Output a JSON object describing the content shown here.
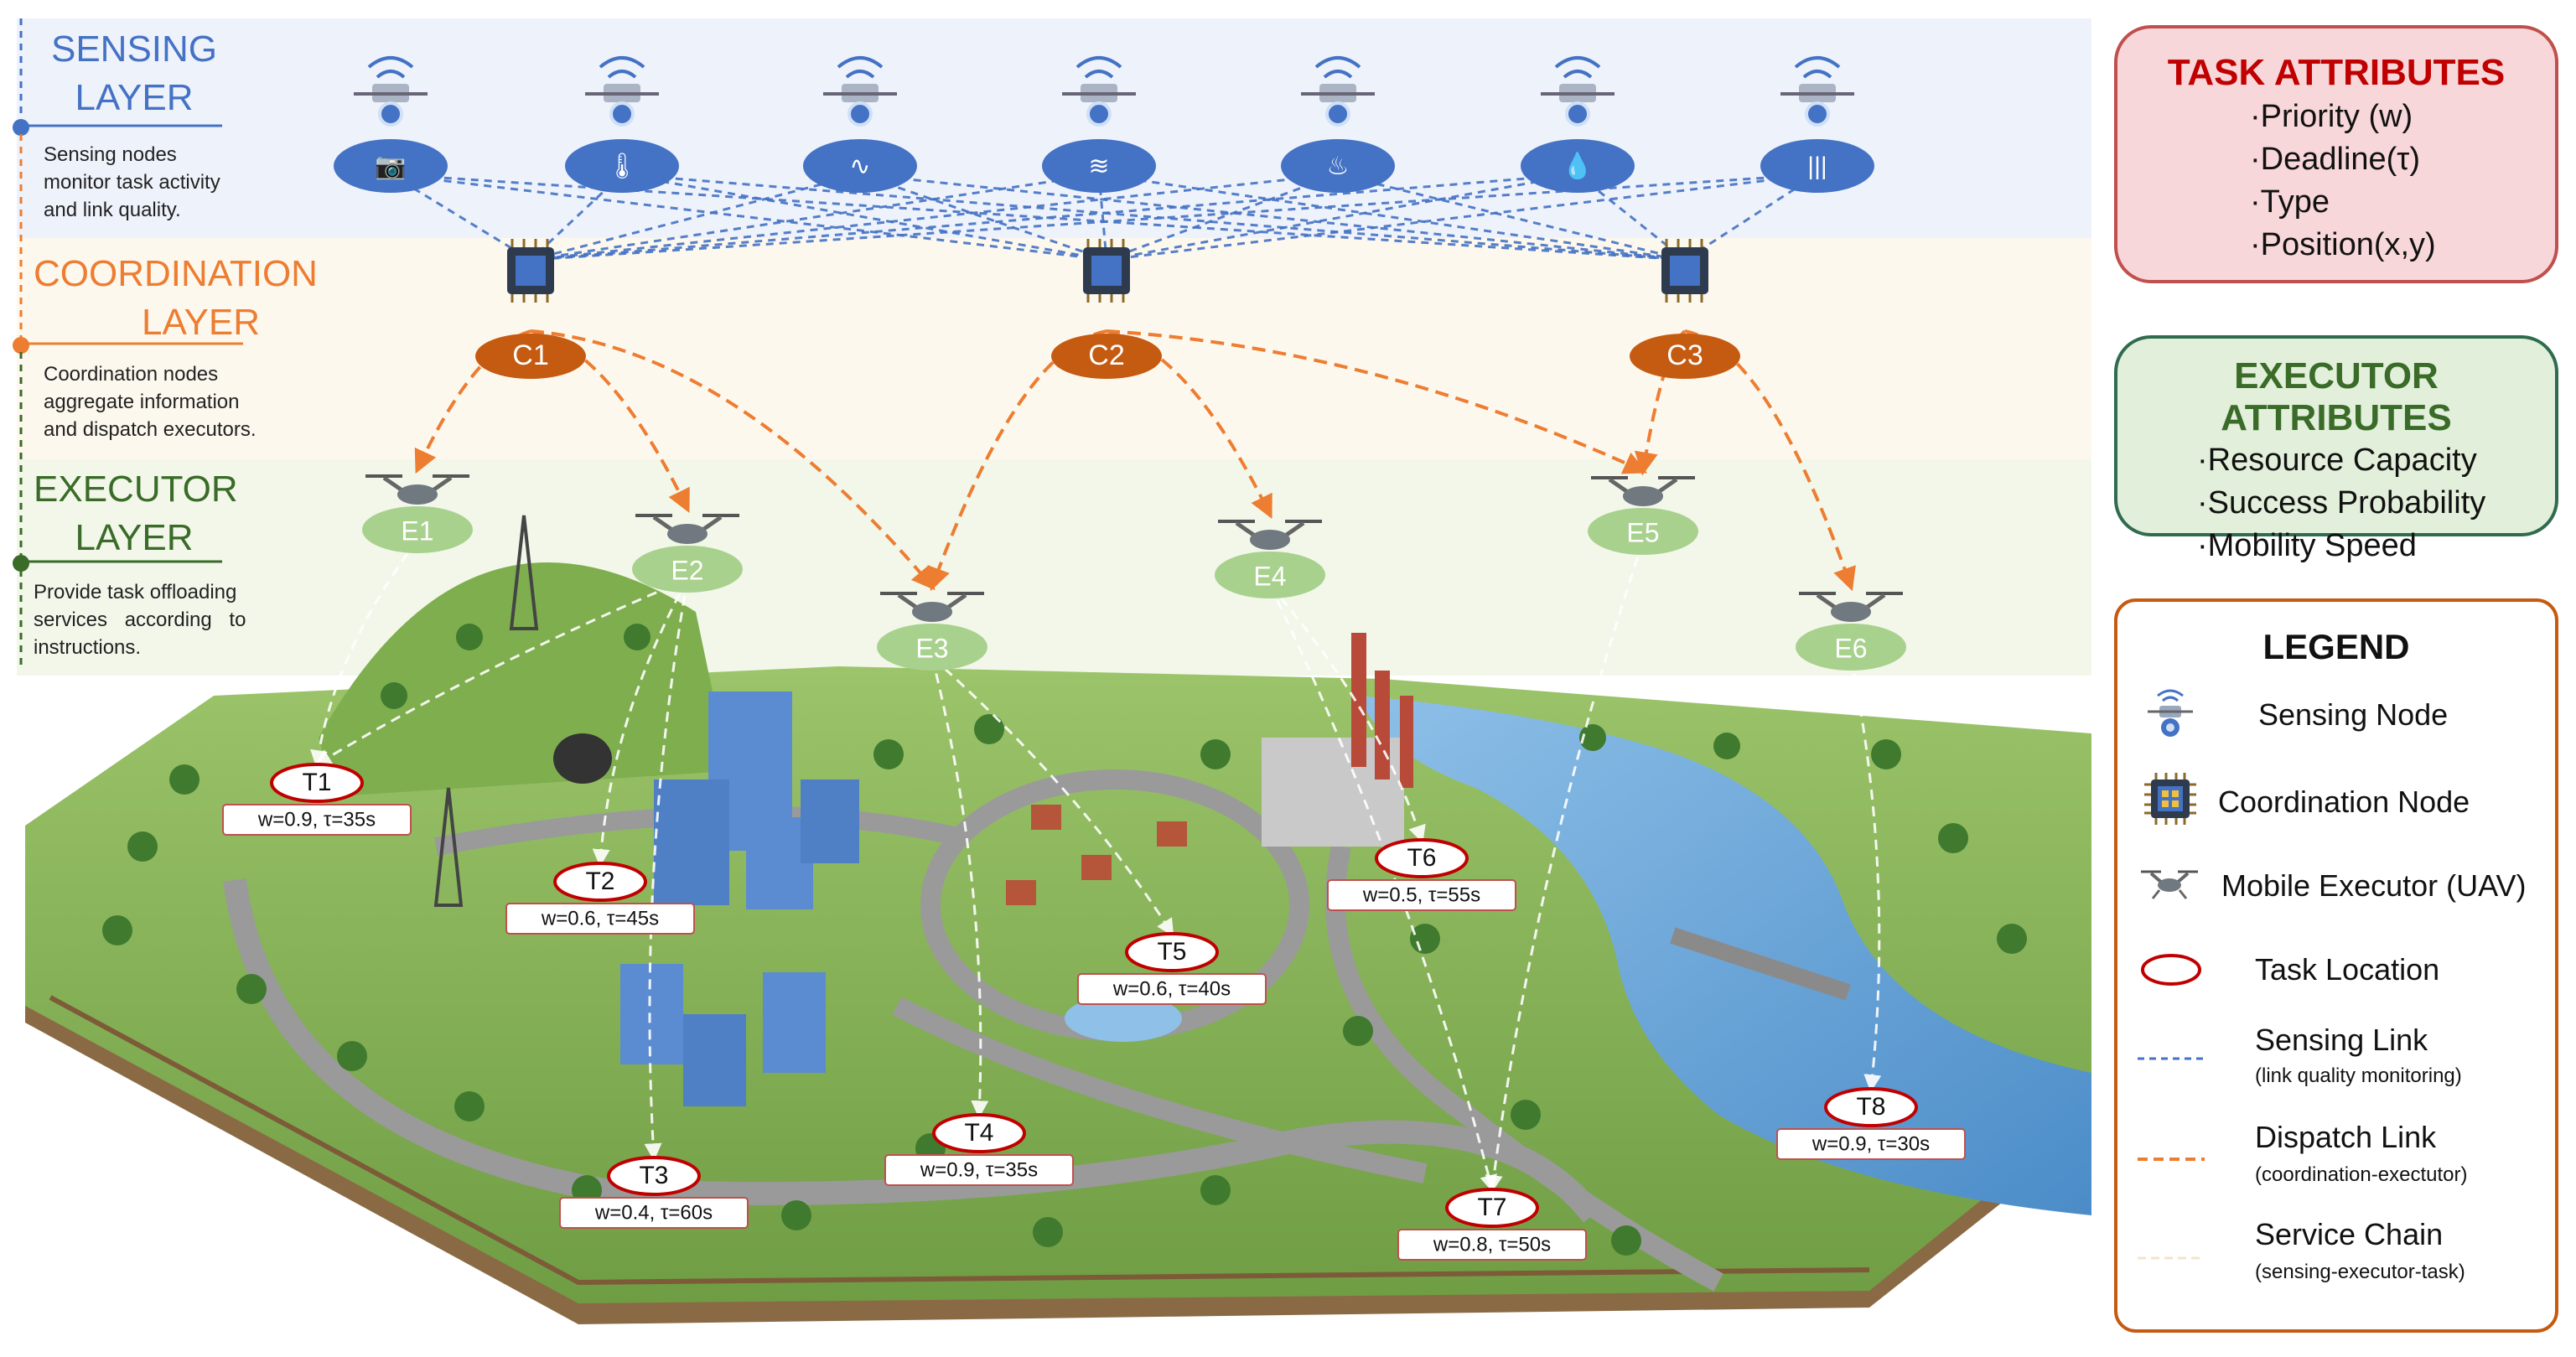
{
  "layers": {
    "sensing": {
      "title_line1": "SENSING",
      "title_line2": "LAYER",
      "description": [
        "Sensing nodes",
        "monitor task activity",
        "and link quality."
      ],
      "color": "#4472c4"
    },
    "coordination": {
      "title_line1": "COORDINATION",
      "title_line2": "LAYER",
      "description": [
        "Coordination nodes",
        "aggregate information",
        "and dispatch executors."
      ],
      "color": "#ed7d31"
    },
    "executor": {
      "title_line1": "EXECUTOR",
      "title_line2": "LAYER",
      "description": [
        "Provide task offloading",
        "services according to",
        "instructions."
      ],
      "color": "#3a6b28"
    }
  },
  "sensors": [
    {
      "icon": "camera-icon"
    },
    {
      "icon": "thermometer-icon"
    },
    {
      "icon": "heartbeat-icon"
    },
    {
      "icon": "wind-icon"
    },
    {
      "icon": "fire-icon"
    },
    {
      "icon": "water-drop-icon"
    },
    {
      "icon": "sound-wave-icon"
    }
  ],
  "coordinators": [
    {
      "label": "C1"
    },
    {
      "label": "C2"
    },
    {
      "label": "C3"
    }
  ],
  "executors": [
    {
      "label": "E1"
    },
    {
      "label": "E2"
    },
    {
      "label": "E3"
    },
    {
      "label": "E4"
    },
    {
      "label": "E5"
    },
    {
      "label": "E6"
    }
  ],
  "tasks": [
    {
      "label": "T1",
      "attrs": "w=0.9, τ=35s"
    },
    {
      "label": "T2",
      "attrs": "w=0.6, τ=45s"
    },
    {
      "label": "T3",
      "attrs": "w=0.4, τ=60s"
    },
    {
      "label": "T4",
      "attrs": "w=0.9, τ=35s"
    },
    {
      "label": "T5",
      "attrs": "w=0.6, τ=40s"
    },
    {
      "label": "T6",
      "attrs": "w=0.5, τ=55s"
    },
    {
      "label": "T7",
      "attrs": "w=0.8, τ=50s"
    },
    {
      "label": "T8",
      "attrs": "w=0.9, τ=30s"
    }
  ],
  "task_attributes": {
    "title": "TASK ATTRIBUTES",
    "items": [
      "·Priority (w)",
      "·Deadline(τ)",
      "·Type",
      "·Position(x,y)"
    ]
  },
  "executor_attributes": {
    "title": "EXECUTOR ATTRIBUTES",
    "items": [
      "·Resource Capacity",
      "·Success Probability",
      "·Mobility Speed"
    ]
  },
  "legend": {
    "title": "LEGEND",
    "sensing_node": "Sensing Node",
    "coordination_node": "Coordination Node",
    "mobile_executor": "Mobile Executor (UAV)",
    "task_location": "Task Location",
    "sensing_link": "Sensing Link",
    "sensing_link_sub": "(link quality monitoring)",
    "dispatch_link": "Dispatch Link",
    "dispatch_link_sub": "(coordination-exectutor)",
    "service_chain": "Service Chain",
    "service_chain_sub": "(sensing-executor-task)"
  },
  "colors": {
    "sensing_band": "#eef2fb",
    "coordination_band": "#fdf8ee",
    "executor_band": "#f2f7ea",
    "sensing_blue": "#4472c4",
    "dispatch_orange": "#ed7d31",
    "coordinator_fill": "#c55a11",
    "executor_green": "#a9d18e",
    "task_red": "#c00000",
    "task_box_fill": "#f8d7da",
    "task_box_border": "#c0504d",
    "executor_box_fill": "#e2efda",
    "executor_box_border": "#2f6b4f",
    "legend_border": "#c55a11",
    "terrain_green": "#8fb85a",
    "water_blue": "#6fa8dc"
  }
}
